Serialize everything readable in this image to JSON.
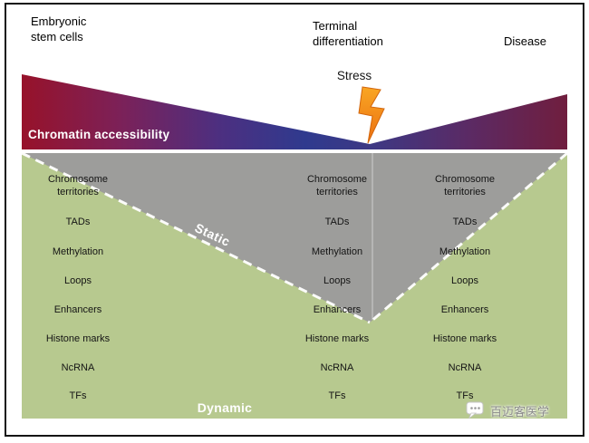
{
  "stages": {
    "left": "Embryonic\nstem cells",
    "center": "Terminal\ndifferentiation",
    "right": "Disease"
  },
  "stress": {
    "label": "Stress",
    "bolt_colors": [
      "#f9a623",
      "#ec7012"
    ]
  },
  "band": {
    "label": "Chromatin accessibility",
    "gradient": [
      "#97122a",
      "#7c2158",
      "#4d2f80",
      "#2f3a8e",
      "#3d3884",
      "#5b2a64",
      "#701e3e"
    ]
  },
  "zones": {
    "static_label": "Static",
    "dynamic_label": "Dynamic",
    "static_color": "#9d9d9b",
    "dynamic_color": "#b7c98f"
  },
  "columns": [
    {
      "stage": "Embryonic stem cells",
      "items": [
        "Chromosome\nterritories",
        "TADs",
        "Methylation",
        "Loops",
        "Enhancers",
        "Histone marks",
        "NcRNA",
        "TFs"
      ]
    },
    {
      "stage": "Terminal differentiation",
      "items": [
        "Chromosome\nterritories",
        "TADs",
        "Methylation",
        "Loops",
        "Enhancers",
        "Histone marks",
        "NcRNA",
        "TFs"
      ]
    },
    {
      "stage": "Disease",
      "items": [
        "Chromosome\nterritories",
        "TADs",
        "Methylation",
        "Loops",
        "Enhancers",
        "Histone marks",
        "NcRNA",
        "TFs"
      ]
    }
  ],
  "watermark": {
    "text": "百迈客医学"
  }
}
